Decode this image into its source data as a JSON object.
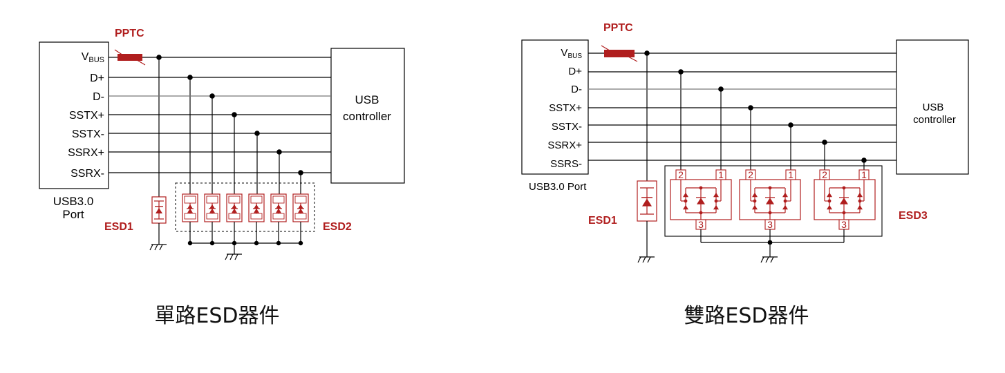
{
  "left": {
    "ppt_label": "PPTC",
    "port_signals": [
      "D+",
      "D-",
      "SSTX+",
      "SSTX-",
      "SSRX+",
      "SSRX-"
    ],
    "vbus_main": "V",
    "vbus_sub": "BUS",
    "port_name_line1": "USB3.0",
    "port_name_line2": "Port",
    "controller_line1": "USB",
    "controller_line2": "controller",
    "esd1_label": "ESD1",
    "esd2_label": "ESD2",
    "caption": "單路ESD器件"
  },
  "right": {
    "ppt_label": "PPTC",
    "port_signals": [
      "D+",
      "D-",
      "SSTX+",
      "SSTX-",
      "SSRX+",
      "SSRS-"
    ],
    "vbus_main": "V",
    "vbus_sub": "BUS",
    "port_name": "USB3.0 Port",
    "controller_line1": "USB",
    "controller_line2": "controller",
    "esd1_label": "ESD1",
    "esd3_label": "ESD3",
    "pin_labels": [
      "2",
      "1",
      "3"
    ],
    "caption": "雙路ESD器件"
  },
  "colors": {
    "wire": "#000000",
    "esd_red": "#b01e1e"
  }
}
